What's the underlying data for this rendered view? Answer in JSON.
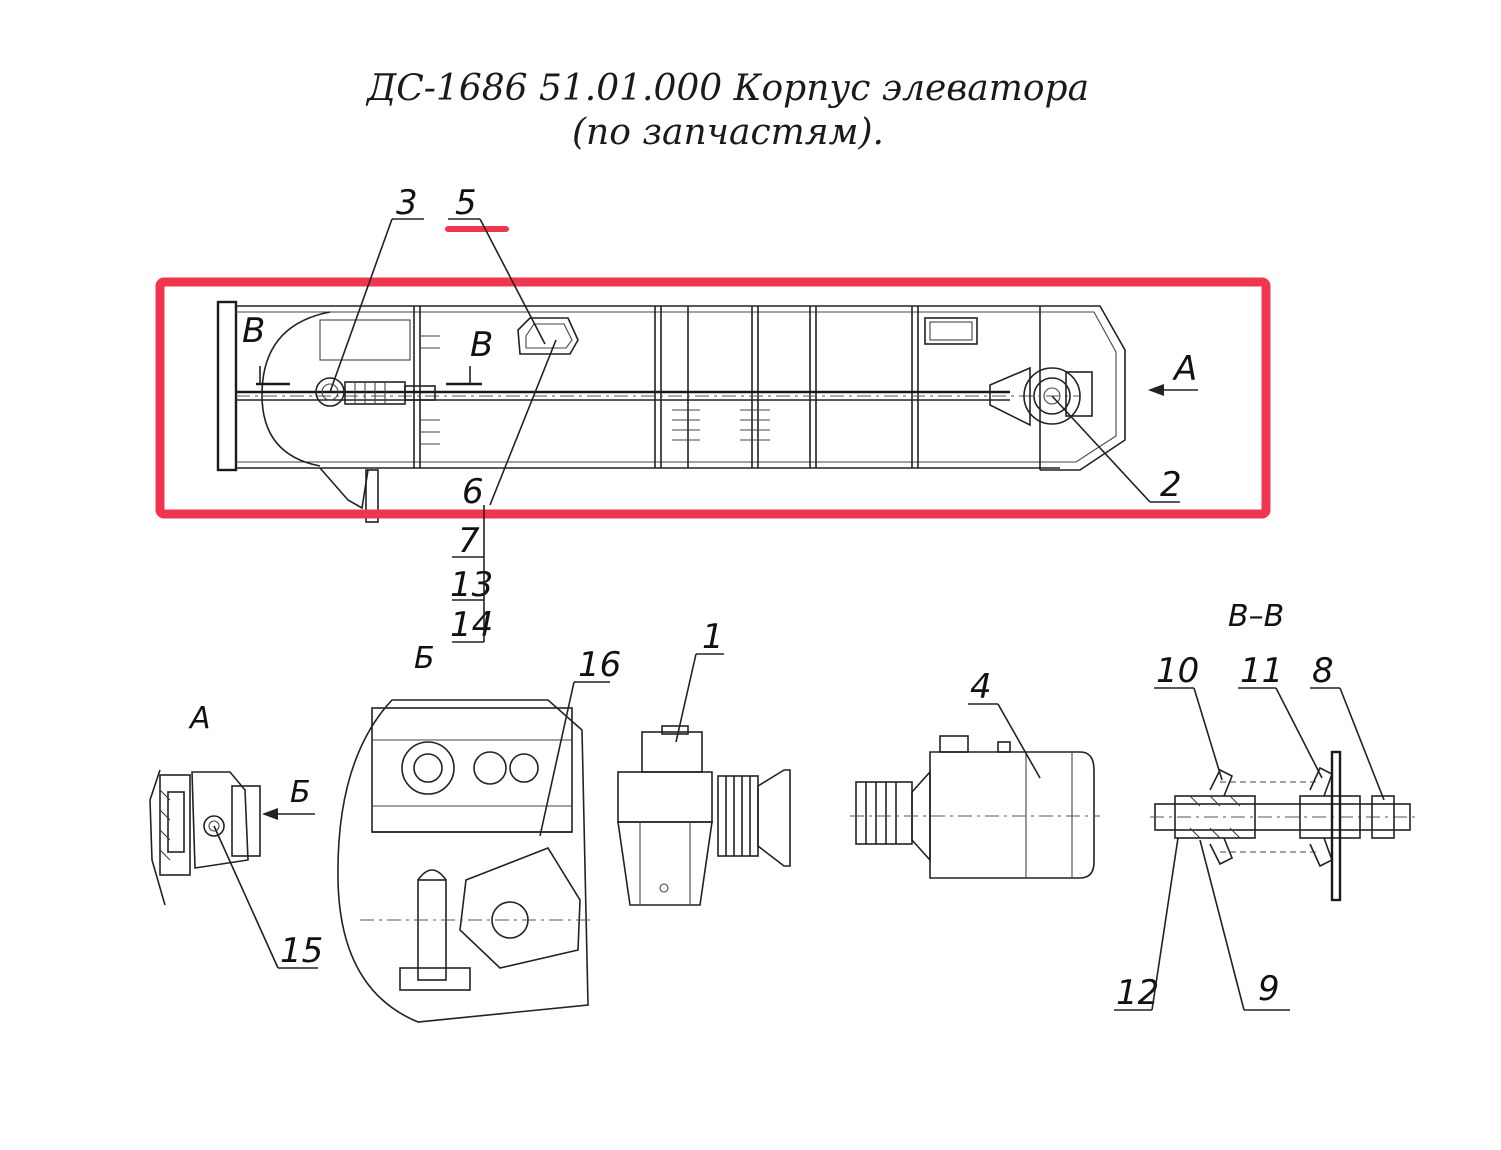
{
  "title": {
    "line1": "ДС-1686 51.01.000 Корпус элеватора",
    "line2": "(по запчастям)."
  },
  "callouts": {
    "c1": "1",
    "c2": "2",
    "c3": "3",
    "c4": "4",
    "c5": "5",
    "c6": "6",
    "c7": "7",
    "c8": "8",
    "c9": "9",
    "c10": "10",
    "c11": "11",
    "c12": "12",
    "c13": "13",
    "c14": "14",
    "c15": "15",
    "c16": "16"
  },
  "views": {
    "view_a": "А",
    "arrow_a": "А",
    "view_b": "Б",
    "arrow_b": "Б",
    "section_mark_left": "В",
    "section_mark_right": "В",
    "section_bb": "В–В"
  },
  "colors": {
    "highlight": "#f0364f",
    "ink": "#222222"
  }
}
